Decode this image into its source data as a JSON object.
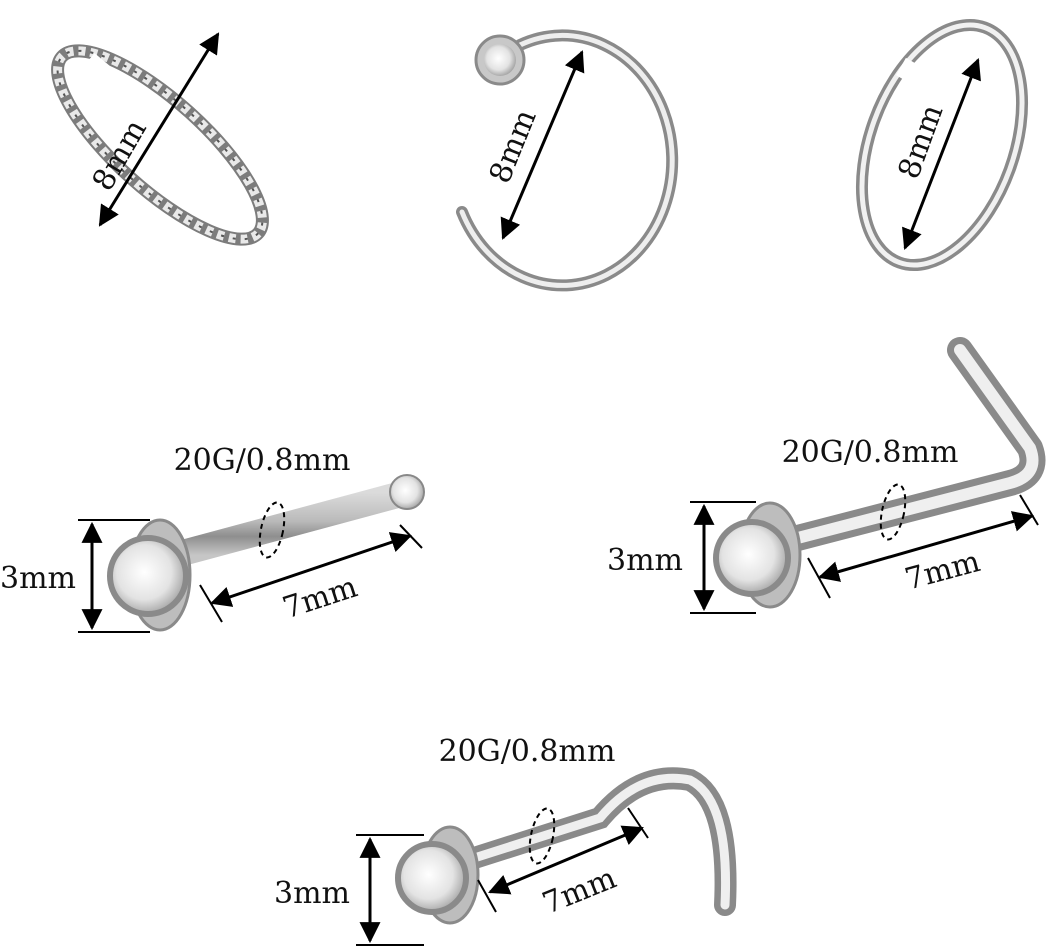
{
  "rings": {
    "twisted_diameter": "8mm",
    "gem_hoop_diameter": "8mm",
    "plain_hoop_diameter": "8mm"
  },
  "bone_stud": {
    "gauge": "20G/0.8mm",
    "head": "3mm",
    "length": "7mm"
  },
  "l_shape_stud": {
    "gauge": "20G/0.8mm",
    "head": "3mm",
    "length": "7mm"
  },
  "screw_stud": {
    "gauge": "20G/0.8mm",
    "head": "3mm",
    "length": "7mm"
  }
}
